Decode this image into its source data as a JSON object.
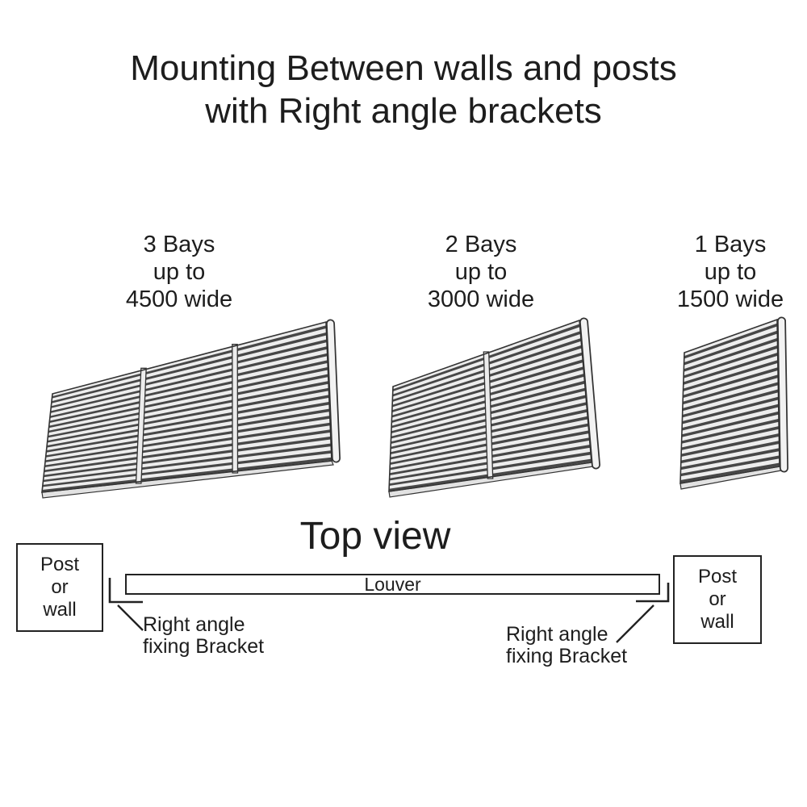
{
  "diagram": {
    "title_lines": [
      "Mounting Between walls and posts",
      "with Right angle brackets"
    ]
  },
  "panels": [
    {
      "name": "3-bay-louver",
      "bays": 3,
      "label_lines": [
        "3 Bays",
        "up to",
        "4500 wide"
      ]
    },
    {
      "name": "2-bay-louver",
      "bays": 2,
      "label_lines": [
        "2 Bays",
        "up to",
        "3000 wide"
      ]
    },
    {
      "name": "1-bay-louver",
      "bays": 1,
      "label_lines": [
        "1 Bays",
        "up to",
        "1500 wide"
      ]
    }
  ],
  "top_view": {
    "heading": "Top view",
    "louver_label": "Louver",
    "left_post": {
      "label_lines": [
        "Post",
        "or",
        "wall"
      ]
    },
    "right_post": {
      "label_lines": [
        "Post",
        "or",
        "wall"
      ]
    },
    "left_bracket": {
      "label_lines": [
        "Right angle",
        "fixing Bracket"
      ]
    },
    "right_bracket": {
      "label_lines": [
        "Right angle",
        "fixing Bracket"
      ]
    }
  },
  "colors": {
    "ink": "#1d1d1d",
    "line": "#333333",
    "slat_dark": "#474747",
    "slat_light": "#ededed",
    "mullion_light": "#ececec",
    "rail_light": "#f2f2f2",
    "skirt": "#e2e2e2",
    "background": "#ffffff"
  }
}
